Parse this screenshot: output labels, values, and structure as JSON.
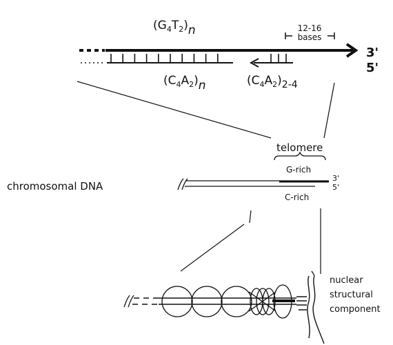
{
  "top_panel": {
    "g_strand_base": "(G",
    "g_strand_sub1": "4",
    "g_strand_mid": "T",
    "g_strand_sub2": "2",
    "g_strand_close": ")",
    "g_strand_repeat": "n",
    "c_strand_base": "(C",
    "c_strand_sub1": "4",
    "c_strand_mid": "A",
    "c_strand_sub2": "2",
    "c_strand_close": ")",
    "c_strand_repeat": "n",
    "overhang_base": "(C",
    "overhang_sub1": "4",
    "overhang_mid": "A",
    "overhang_sub2": "2",
    "overhang_close": ")",
    "overhang_repeat": "2-4",
    "overhang_length_top": "12-16",
    "overhang_length_bottom": "bases",
    "end_3": "3'",
    "end_5": "5'"
  },
  "middle_panel": {
    "telomere_label": "telomere",
    "g_rich_label": "G-rich",
    "c_rich_label": "C-rich",
    "end_3": "3'",
    "end_5": "5'",
    "chromosome_label": "chromosomal DNA"
  },
  "bottom_panel": {
    "nuclear_line1": "nuclear",
    "nuclear_line2": "structural",
    "nuclear_line3": "component"
  }
}
